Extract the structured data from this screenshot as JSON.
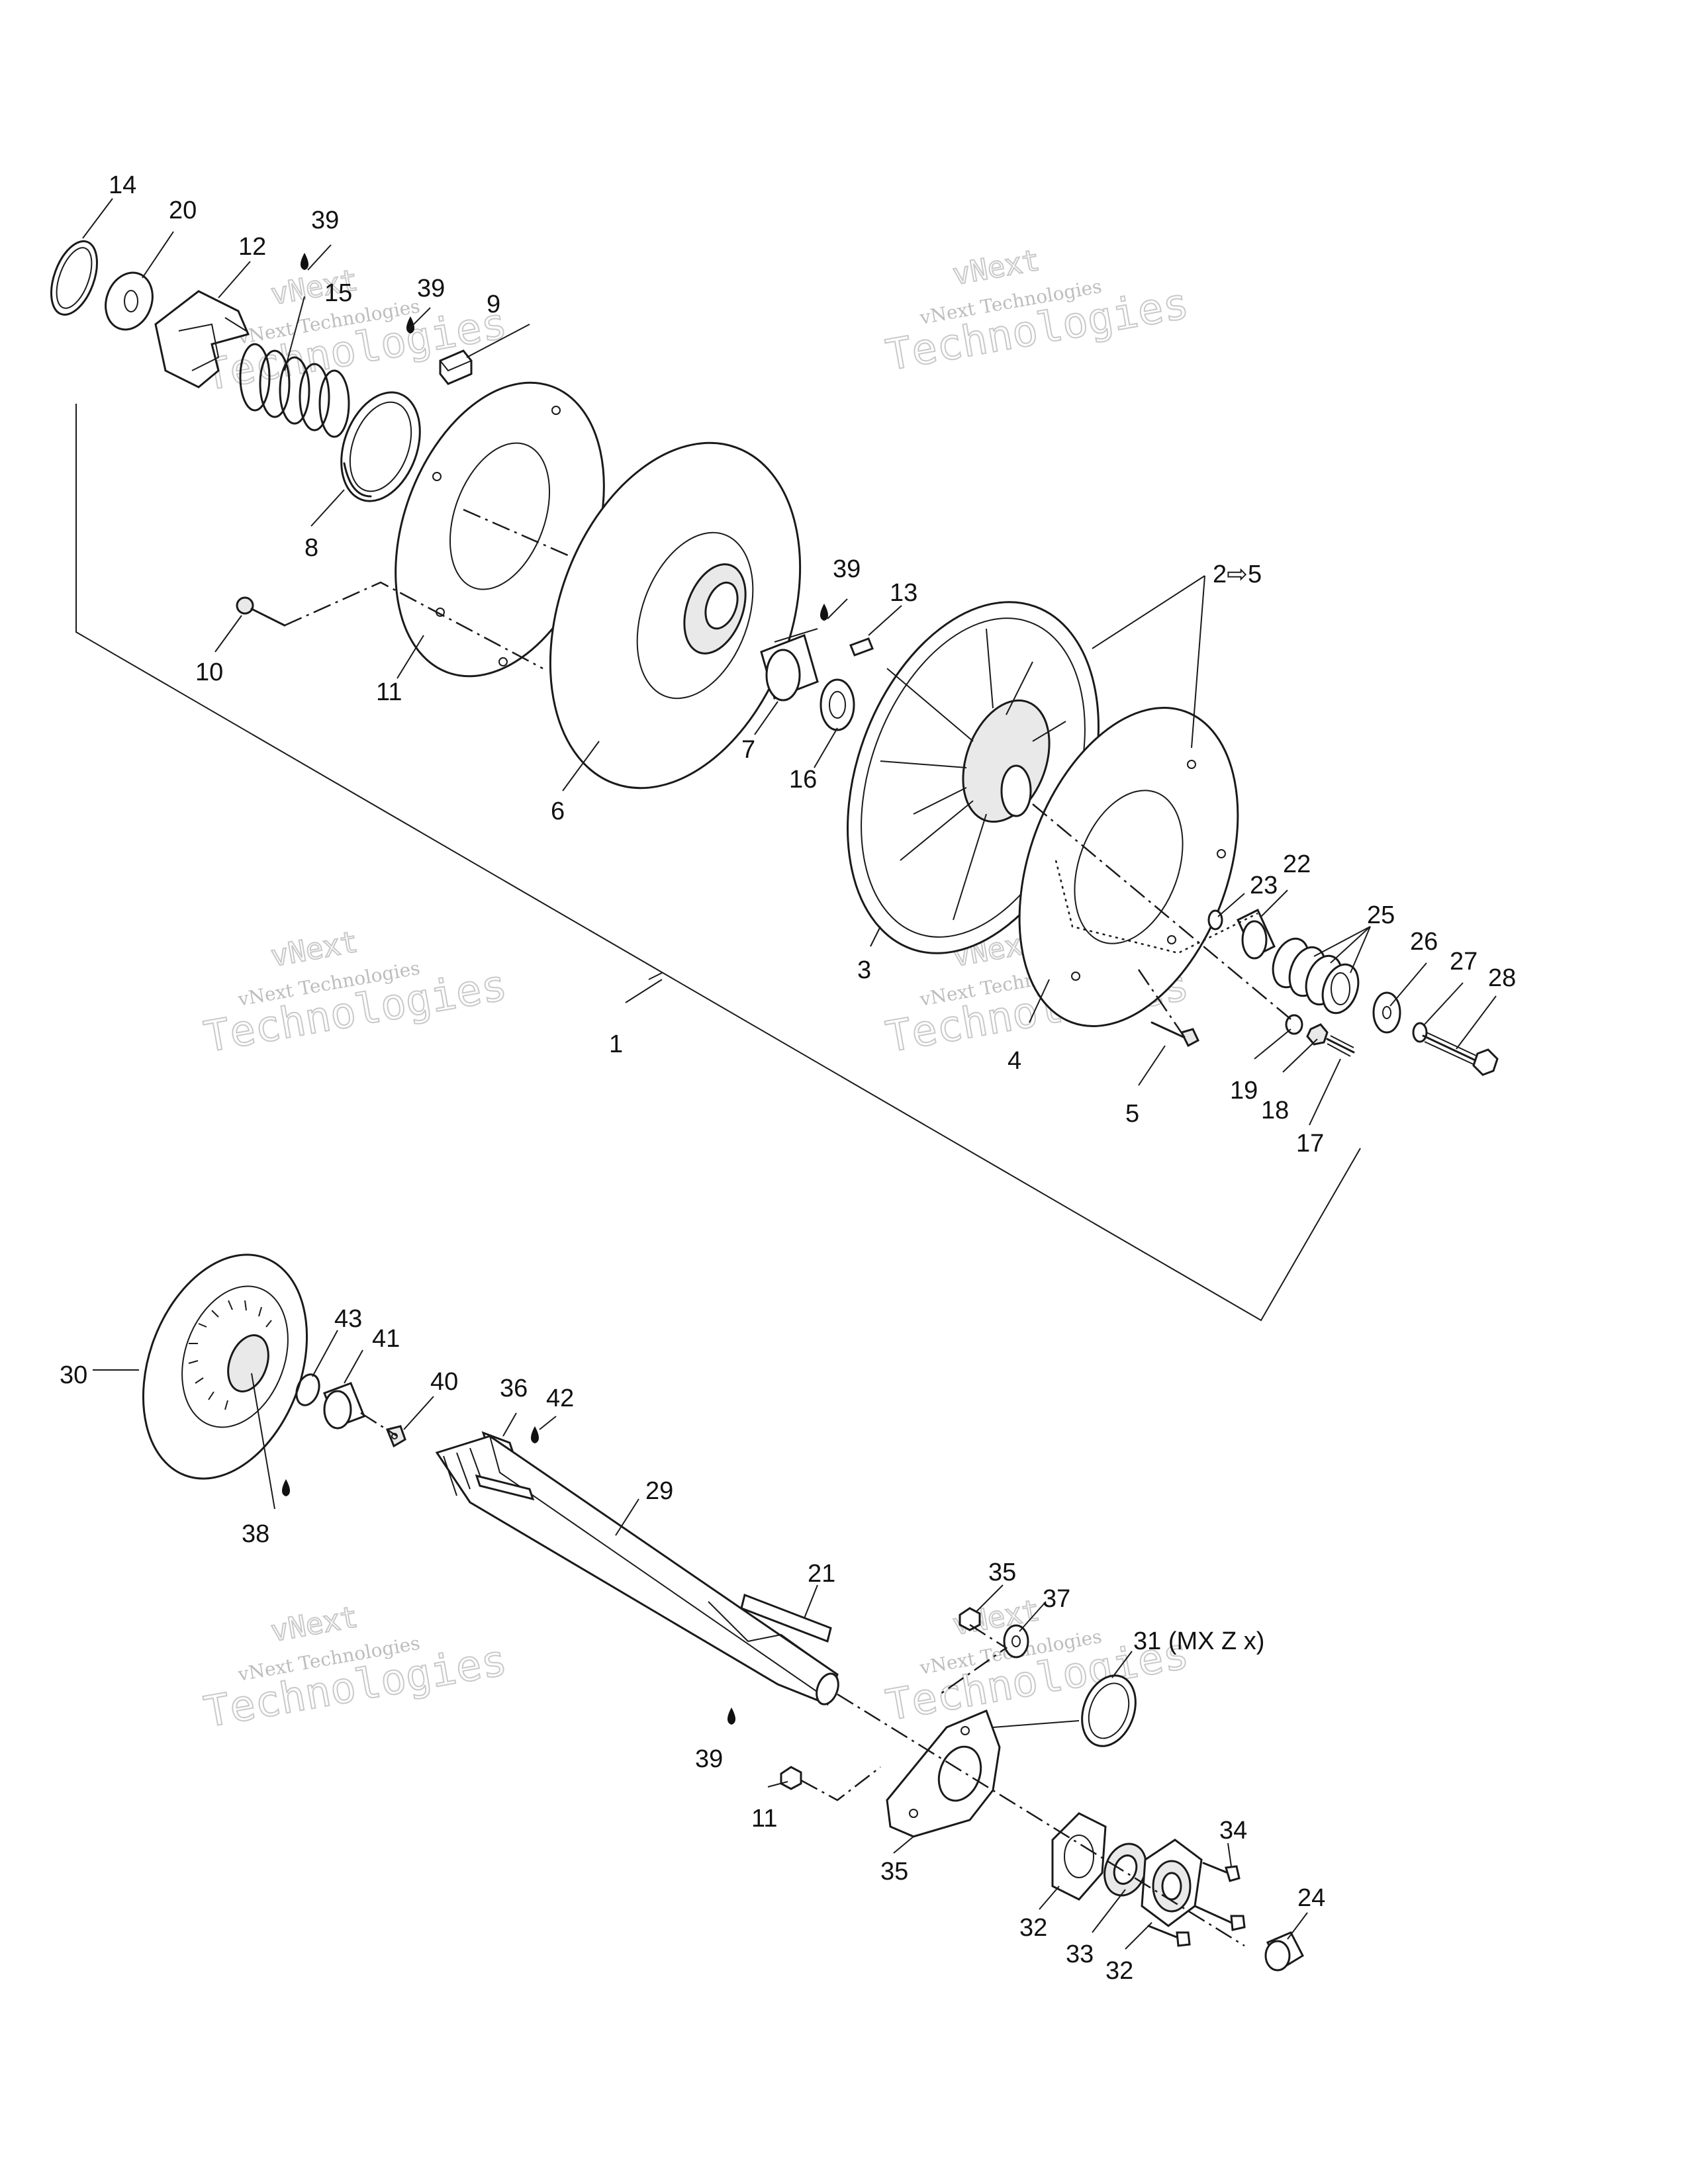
{
  "watermark": {
    "line1": "vNext",
    "line2": "vNext Technologies",
    "line3": "Technologies"
  },
  "labels": {
    "p1": "1",
    "p2to5": "2⇨5",
    "p3": "3",
    "p4": "4",
    "p5": "5",
    "p6": "6",
    "p7": "7",
    "p8": "8",
    "p9": "9",
    "p10": "10",
    "p11a": "11",
    "p11b": "11",
    "p12": "12",
    "p13": "13",
    "p14": "14",
    "p15": "15",
    "p16": "16",
    "p17": "17",
    "p18": "18",
    "p19": "19",
    "p20": "20",
    "p21": "21",
    "p22": "22",
    "p23": "23",
    "p24": "24",
    "p25": "25",
    "p26": "26",
    "p27": "27",
    "p28": "28",
    "p29": "29",
    "p30": "30",
    "p31": "31 (MX Z x)",
    "p32a": "32",
    "p32b": "32",
    "p33": "33",
    "p34": "34",
    "p35a": "35",
    "p35b": "35",
    "p36": "36",
    "p37": "37",
    "p38": "38",
    "p39a": "39",
    "p39b": "39",
    "p39c": "39",
    "p39d": "39",
    "p40": "40",
    "p41": "41",
    "p42": "42",
    "p43": "43"
  }
}
